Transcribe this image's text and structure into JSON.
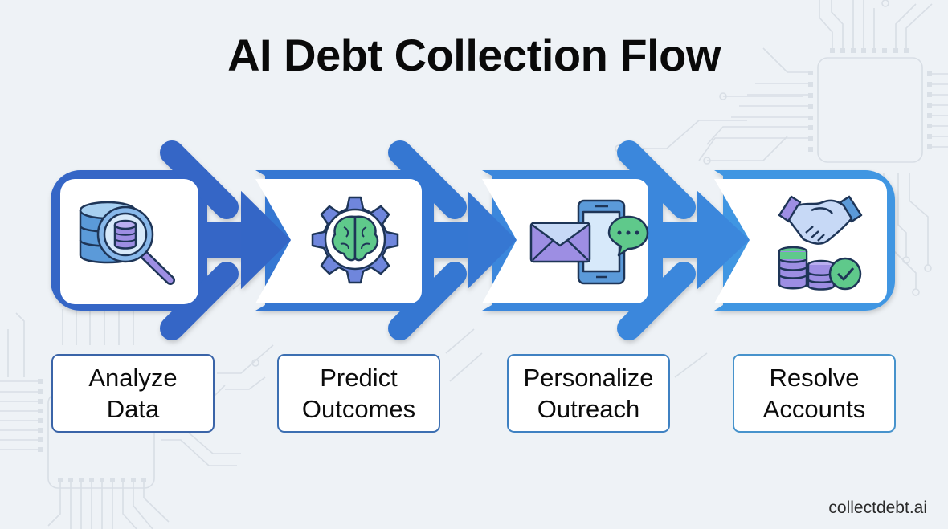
{
  "title": "AI Debt Collection Flow",
  "watermark": "collectdebt.ai",
  "colors": {
    "background": "#eef2f6",
    "step1_band": "#3466c6",
    "step2_band": "#3677d2",
    "step3_band": "#3b87dc",
    "step4_band": "#4096e2",
    "card": "#ffffff",
    "circuit": "#d7dde4"
  },
  "steps": [
    {
      "id": 1,
      "label_line1": "Analyze",
      "label_line2": "Data",
      "icon": "database-magnifier-icon",
      "border": "#3a64a8"
    },
    {
      "id": 2,
      "label_line1": "Predict",
      "label_line2": "Outcomes",
      "icon": "gear-brain-icon",
      "border": "#3c6fb2"
    },
    {
      "id": 3,
      "label_line1": "Personalize",
      "label_line2": "Outreach",
      "icon": "email-phone-chat-icon",
      "border": "#3f81c2"
    },
    {
      "id": 4,
      "label_line1": "Resolve",
      "label_line2": "Accounts",
      "icon": "handshake-coins-check-icon",
      "border": "#4793cc"
    }
  ]
}
